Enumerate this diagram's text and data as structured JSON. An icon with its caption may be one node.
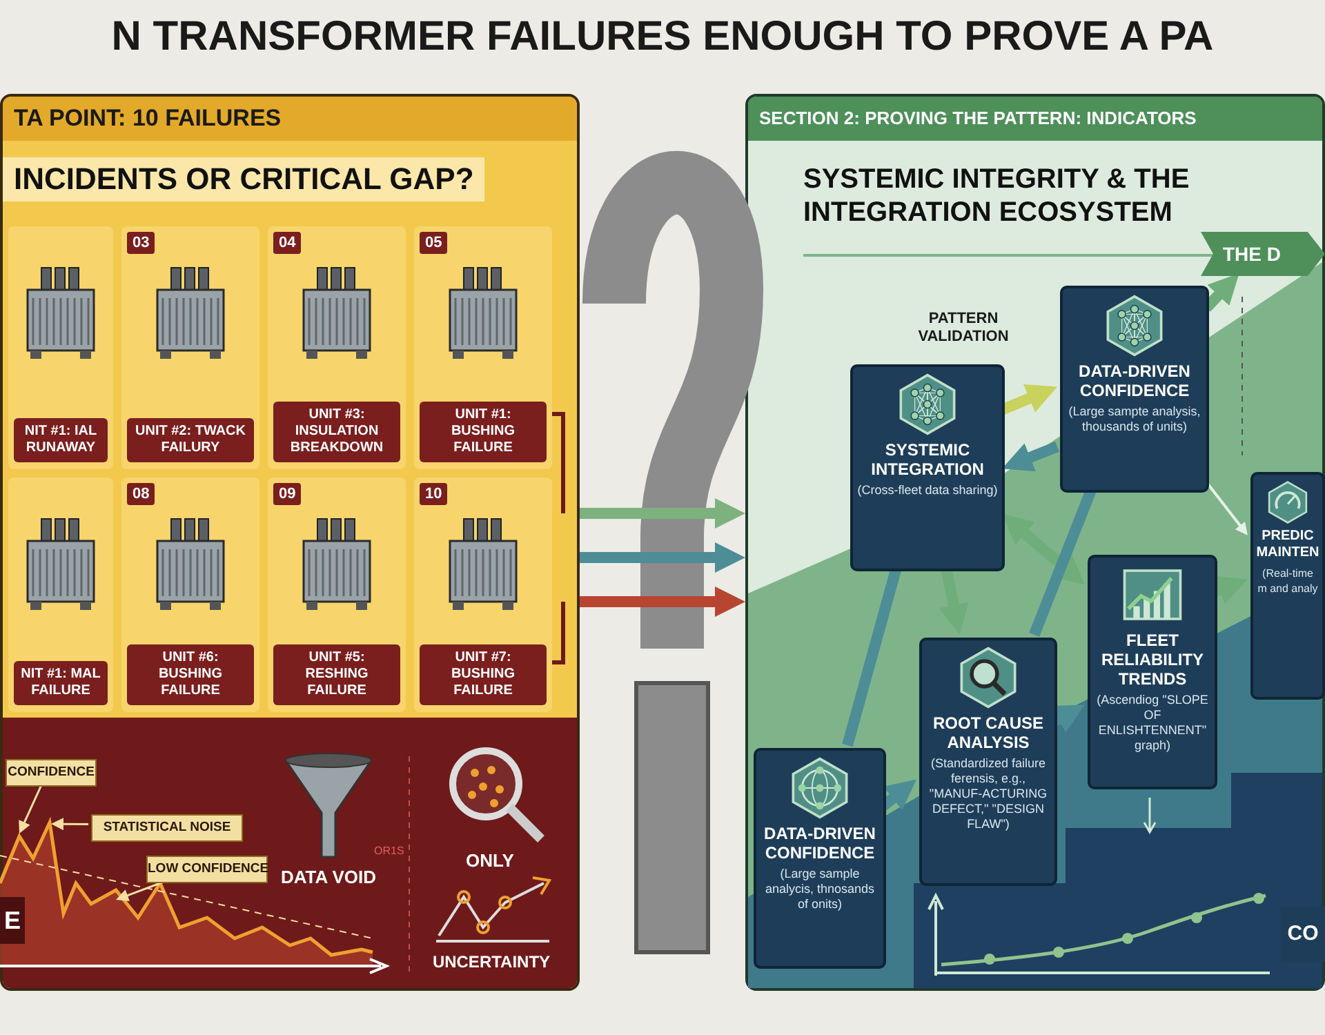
{
  "diagram": {
    "title": "N TRANSFORMER FAILURES ENOUGH TO PROVE A PA",
    "nodes": [
      {
        "text": [
          "TA POINT: 10 FAILURES",
          "INCIDENTS OR CRITICAL GAP?"
        ]
      },
      {
        "text": [
          "NIT #1: IAL RUNAWAY"
        ],
        "in": 0
      },
      {
        "text": [
          "03",
          "UNIT #2: TWACK FAILURY"
        ],
        "in": 0
      },
      {
        "text": [
          "04",
          "UNIT #3: INSULATION BREAKDOWN"
        ],
        "in": 0
      },
      {
        "text": [
          "05",
          "UNIT #1: BUSHING FAILURE"
        ],
        "in": 0
      },
      {
        "text": [
          "NIT #1: MAL FAILURE"
        ],
        "in": 0
      },
      {
        "text": [
          "08",
          "UNIT #6: BUSHING FAILURE"
        ],
        "in": 0
      },
      {
        "text": [
          "09",
          "UNIT #5: RESHING FAILURE"
        ],
        "in": 0
      },
      {
        "text": [
          "10",
          "UNIT #7: BUSHING FAILURE"
        ],
        "in": 0
      },
      {
        "text": [
          "CONFIDENCE"
        ],
        "in": 0
      },
      {
        "text": [
          "STATISTICAL NOISE"
        ],
        "in": 0
      },
      {
        "text": [
          "LOW CONFIDENCE"
        ],
        "in": 0
      },
      {
        "text": [
          "SECTION 2: PROVING THE PATTERN: INDICATORS",
          "SYSTEMIC INTEGRITY & THE INTEGRATION ECOSYSTEM"
        ]
      },
      {
        "text": [
          "SYSTEMIC INTEGRATION",
          "(Cross-fleet data sharing)"
        ],
        "in": 12
      },
      {
        "text": [
          "DATA-DRIVEN CONFIDENCE",
          "(Large sampte analysis, thousands of units)"
        ],
        "in": 12
      },
      {
        "text": [
          "ROOT CAUSE ANALYSIS",
          "(Standardized failure ferensis, e.g., \"MANUF-ACTURING DEFECT,\" \"DESIGN FLAW\")"
        ],
        "in": 12
      },
      {
        "text": [
          "FLEET RELIABILITY TRENDS",
          "(Ascendiog \"SLOPE OF ENLISHTENNENT\" graph)"
        ],
        "in": 12
      },
      {
        "text": [
          "PREDIC MAINTEN",
          "(Real-time m and analy"
        ],
        "in": 12
      },
      {
        "text": [
          "DATA-DRIVEN CONFIDENCE",
          "(Large sample analycis, thnosands of onits)"
        ],
        "in": 12
      },
      {
        "text": [
          "THE D"
        ],
        "in": 12
      },
      {
        "text": [
          "CO"
        ],
        "in": 12
      }
    ],
    "edges": [
      {
        "from": 0,
        "to": 12,
        "arrow": "to",
        "color": "#7db27f"
      },
      {
        "from": 0,
        "to": 12,
        "arrow": "to"
      },
      {
        "from": 0,
        "to": 12,
        "arrow": "to",
        "color": "#b8452f"
      },
      {
        "from": 13,
        "to": 14,
        "arrow": "to",
        "color": "#c9d25c",
        "label": "PATTERN VALIDATION"
      },
      {
        "from": 14,
        "to": 13,
        "arrow": "to"
      },
      {
        "from": 14,
        "to": 19,
        "arrow": "to",
        "color": "#6fae7a"
      },
      {
        "from": 13,
        "to": 16,
        "arrow": "both",
        "color": "#6fae7a"
      },
      {
        "from": 13,
        "to": 15,
        "arrow": "to",
        "color": "#6fae7a"
      },
      {
        "from": 18,
        "to": 13,
        "arrow": "none"
      },
      {
        "from": 18,
        "to": 15,
        "arrow": "to"
      },
      {
        "from": 15,
        "to": 14,
        "arrow": "none"
      },
      {
        "from": 15,
        "to": 16,
        "arrow": "to"
      },
      {
        "from": 16,
        "to": 17,
        "arrow": "to",
        "color": "#6fae7a"
      },
      {
        "from": 14,
        "to": 17,
        "arrow": "to",
        "color": "#e6f2e8"
      },
      {
        "from": 9,
        "to": null,
        "arrow": "to",
        "color": "#f3dfa2"
      },
      {
        "from": 10,
        "to": null,
        "arrow": "to",
        "color": "#f3dfa2"
      },
      {
        "from": 11,
        "to": null,
        "arrow": "to",
        "color": "#f3dfa2"
      }
    ],
    "labels": [
      "E",
      "DATA VOID",
      "OR1S",
      "ONLY",
      "UNCERTAINTY"
    ]
  }
}
